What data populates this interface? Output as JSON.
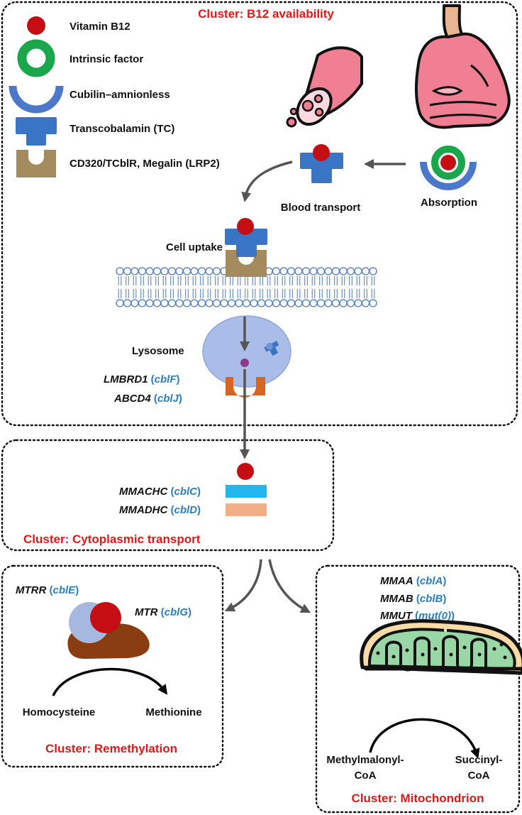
{
  "colors": {
    "b12": "#c50d14",
    "intrinsic_factor": "#1aa64b",
    "cubilin": "#4b78c8",
    "transcobalamin": "#3a74c4",
    "cd320": "#a48b5d",
    "cluster_title": "#e01818",
    "gene_code": "#2c7fbf",
    "mmachc_bar": "#21b6ec",
    "mmadhc_bar": "#f2ae84",
    "lysosome": "#a9bde8",
    "transporter": "#d86424",
    "mtr_enzyme": "#8b3d12",
    "mitochondrion_outer": "#f8dba6",
    "mitochondrion_inner": "#9ad7a6",
    "stomach": "#f07f94",
    "esophagus": "#e8b592"
  },
  "legend": {
    "items": [
      {
        "icon": "vitamin-b12-icon",
        "label": "Vitamin B12"
      },
      {
        "icon": "intrinsic-factor-icon",
        "label": "Intrinsic factor"
      },
      {
        "icon": "cubilin-icon",
        "label": "Cubilin–amnionless"
      },
      {
        "icon": "transcobalamin-icon",
        "label": "Transcobalamin (TC)"
      },
      {
        "icon": "cd320-receptor-icon",
        "label": "CD320/TCblR, Megalin (LRP2)"
      }
    ]
  },
  "clusters": {
    "availability": {
      "title": "Cluster: B12 availability",
      "absorption_label": "Absorption",
      "blood_transport_label": "Blood transport",
      "cell_uptake_label": "Cell uptake",
      "lysosome_label": "Lysosome",
      "genes": [
        {
          "name": "LMBRD1",
          "code": "cblF"
        },
        {
          "name": "ABCD4",
          "code": "cblJ"
        }
      ]
    },
    "cytoplasmic": {
      "title": "Cluster: Cytoplasmic transport",
      "genes": [
        {
          "name": "MMACHC",
          "code": "cblC"
        },
        {
          "name": "MMADHC",
          "code": "cblD"
        }
      ]
    },
    "remethylation": {
      "title": "Cluster: Remethylation",
      "genes": [
        {
          "name": "MTRR",
          "code": "cblE"
        },
        {
          "name": "MTR",
          "code": "cblG"
        }
      ],
      "substrate": "Homocysteine",
      "product": "Methionine"
    },
    "mitochondrion": {
      "title": "Cluster: Mitochondrion",
      "genes": [
        {
          "name": "MMAA",
          "code": "cblA"
        },
        {
          "name": "MMAB",
          "code": "cblB"
        },
        {
          "name": "MMUT",
          "code": "mut(0)"
        }
      ],
      "substrate_line1": "Methylmalonyl-",
      "substrate_line2": "CoA",
      "product_line1": "Succinyl-",
      "product_line2": "CoA"
    }
  }
}
